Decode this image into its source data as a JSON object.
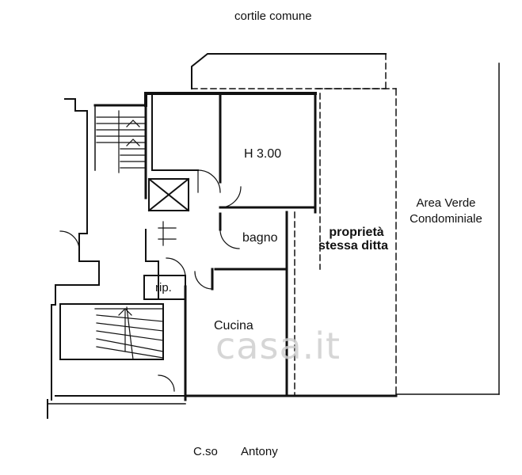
{
  "labels": {
    "top": "cortile comune",
    "height": "H 3.00",
    "bathroom": "bagno",
    "storage": "rip.",
    "kitchen": "Cucina",
    "property_line1": "proprietà",
    "property_line2": "stessa ditta",
    "green_line1": "Area Verde",
    "green_line2": "Condominiale",
    "street_prefix": "C.so",
    "street_name": "Antony"
  },
  "watermark": "casa.it",
  "colors": {
    "ink": "#111111",
    "watermark": "#d0d0d0",
    "background": "#ffffff"
  }
}
